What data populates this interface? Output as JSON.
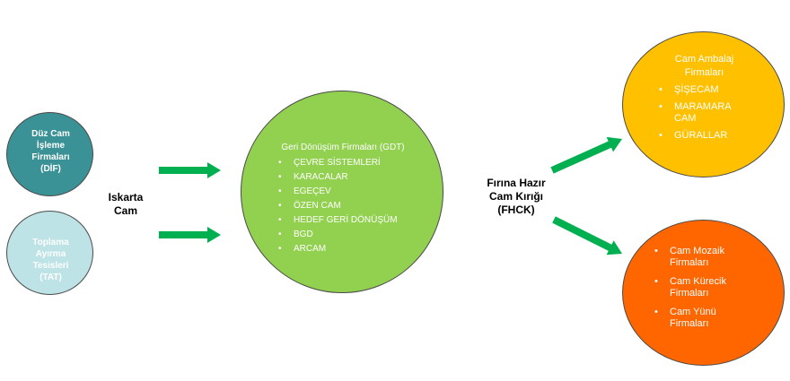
{
  "nodes": {
    "dif": {
      "lines": [
        "Düz Cam",
        "İşleme",
        "Firmaları",
        "(DİF)"
      ],
      "color": "#3a9296"
    },
    "tat": {
      "lines": [
        "Toplama",
        "Ayırma",
        "Tesisleri",
        "(TAT)"
      ],
      "color": "#bde3e6"
    },
    "gdt": {
      "title": "Geri Dönüşüm Firmaları (GDT)",
      "items": [
        "ÇEVRE SİSTEMLERİ",
        "KARACALAR",
        "EGEÇEV",
        "ÖZEN CAM",
        "HEDEF GERİ DÖNÜŞÜM",
        "BGD",
        "ARCAM"
      ],
      "color": "#92d050"
    },
    "ambalaj": {
      "title_lines": [
        "Cam Ambalaj",
        "Firmaları"
      ],
      "items": [
        [
          "ŞİŞECAM"
        ],
        [
          "MARAMARA",
          "CAM"
        ],
        [
          "GÜRALLAR"
        ]
      ],
      "color": "#ffc000"
    },
    "others": {
      "items": [
        [
          "Cam Mozaik",
          "Firmaları"
        ],
        [
          "Cam Kürecik",
          "Firmaları"
        ],
        [
          "Cam Yünü",
          "Firmaları"
        ]
      ],
      "color": "#ff6600"
    }
  },
  "labels": {
    "iskarta": [
      "Iskarta",
      "Cam"
    ],
    "fhck": [
      "Fırına Hazır",
      "Cam Kırığı",
      "(FHCK)"
    ]
  },
  "arrow_color": "#00b050"
}
